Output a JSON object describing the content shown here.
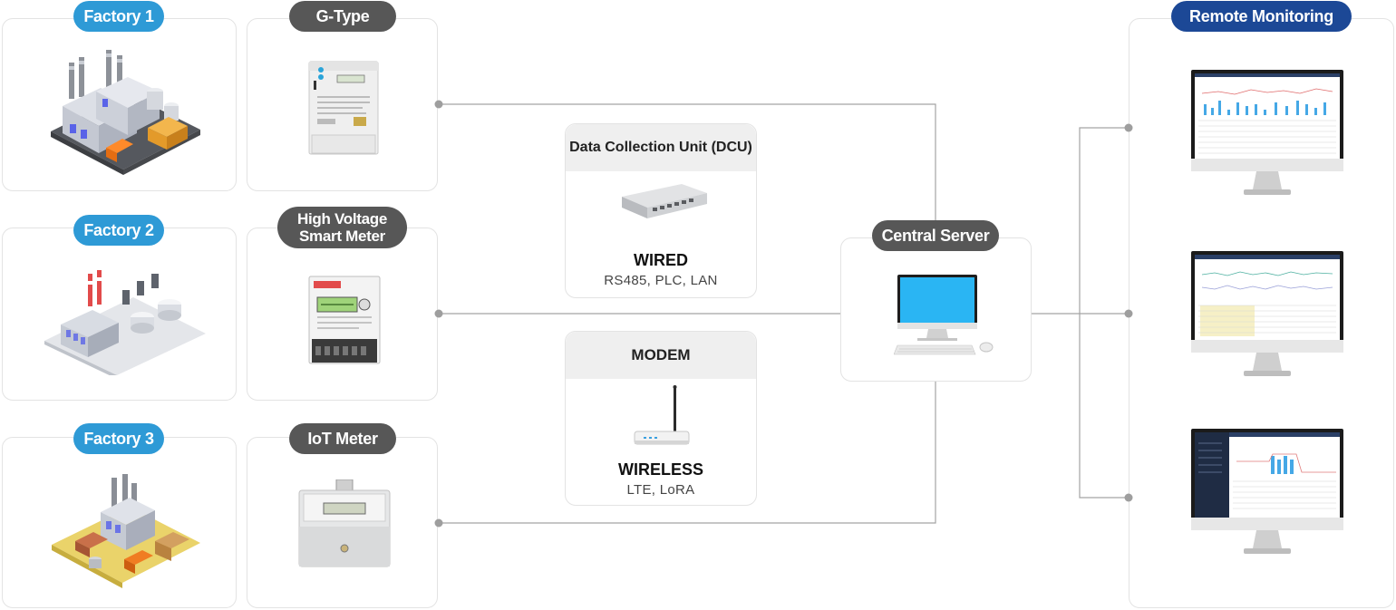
{
  "factories": [
    {
      "label": "Factory 1"
    },
    {
      "label": "Factory 2"
    },
    {
      "label": "Factory 3"
    }
  ],
  "meters": [
    {
      "label": "G-Type"
    },
    {
      "label": "High Voltage Smart Meter"
    },
    {
      "label": "IoT Meter"
    }
  ],
  "dcu": {
    "title": "Data Collection Unit (DCU)",
    "mode": "WIRED",
    "protocols": "RS485, PLC, LAN"
  },
  "modem": {
    "title": "MODEM",
    "mode": "WIRELESS",
    "protocols": "LTE,  LoRA"
  },
  "server": {
    "label": "Central Server"
  },
  "remote": {
    "label": "Remote Monitoring"
  },
  "colors": {
    "factory_pill": "#2e9ad6",
    "meter_pill": "#575757",
    "remote_pill": "#1c4896",
    "connector": "#9e9e9e",
    "screen": "#29b6f6"
  },
  "icons": [
    "factory-illustration",
    "meter-icon",
    "network-switch-icon",
    "router-icon",
    "desktop-computer-icon",
    "monitor-dashboard-icon"
  ]
}
